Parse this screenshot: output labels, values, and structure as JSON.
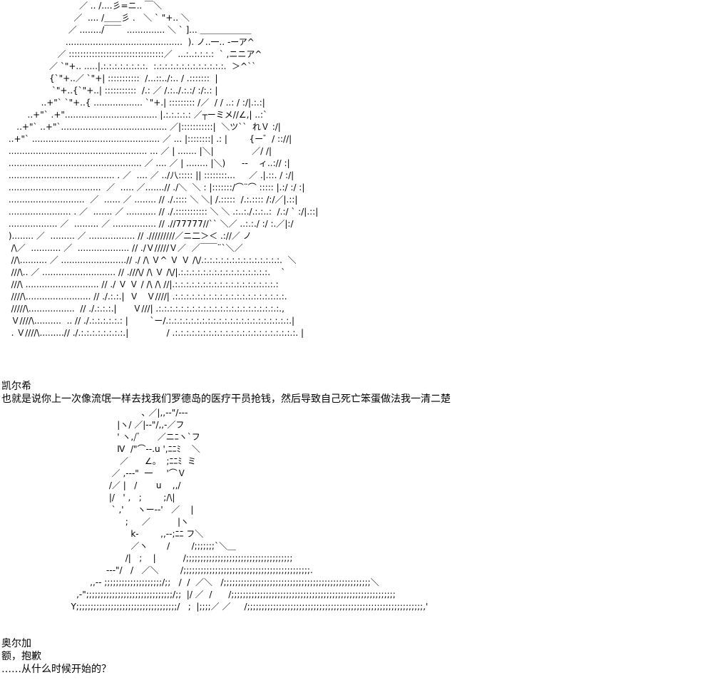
{
  "art": {
    "figure_1": "                           ／ .. /....彡=ニ.. ￣＼\n                         ／  .... /＿＿彡 .   ＼ ` \"+.. ＼\n                       ／ ......../￣￣  .............. ＼ ` ]... ＿＿＿＿＿＿\n                      ...........................................  ). ノ..一.. ‐ーア^\n                   ／ :::::::::::::::::::::::::::::::::／  ...:..:.:.:.:  ` ,ニニア^\n                ／ `\"+.. .....|.:.:.:.:.:.:.:.:.  :.:.:.:.:.:.:.:.:.:.:.:.:.  ＞^``\n                {`\"+..／ `\"+| :::::::::::  /...::../:.. / .:::::::  |\n                 `\"+..{`\"+..| :::::::::::  /.: ／ /.:../.:.:/ :/:.: |\n             ..+\"` `\"+..{ .................. `\"+.| ::::::::: /／  / / ..: / :/|.:.:|\n        ..+\"` .+\".................................. |.:.:.:.:.: ／┬ーミメ//∠,| ..:`\n    ..+\"` ..+\"`....................................... ／|:::::::::::|  ＼ツ``  れＶ :/|\n ..+\"` ............................................... ／ ... |::::::::| .: |        {ー゛/ :://|\n ................................................... ... ／ | ....... |＼|              ／/ /|\n ................................................. ／ .... ／ | ........ |＼)      ‐-    ィ..:// :|\n ....................................... . ／  .... ／ ../八::::: || ::::::::...     ／ .|.::. / :/|\n ..................................  ／  ..... ／.......// ./＼  ＼ : |:::::::/⌒¨⌒ ::::: |.:/ :/ :|\n ............................  ／  ...... ／ ........ // ./.:::: ＼ ＼| /.:::::  /.:.:::: /:/／|.::|\n ....................... . ／  ....... ／ ........... // ./.::::::::::: ＼ ＼ .:..:./.:.:..:  /.:/ ` :/|.::|\n .................. ／  ......... ／ ................ // .//77777//`` ＼／ ..:.:./ :/ :.／|:/\n )........ ／  ......... ／ ................. // ./////////／ニ二＞＜ .://／ ノ\n  /\\／  ........... ／  ................... // ./Ｖ/////Ｖ／  ／￣￣¨`＼／\n  //\\.......... ／ ........................// ./ /\\ Ｖ^ Ｖ Ｖ /\\/.:.:.:.:.:.:.:.:.:.:.:.:.:.:.  ＼\n  ///\\.. ／ ........................... // .///\\/ /\\ Ｖ /\\/|.:.:.:.:.:.:.:.:.:.:.:.:.:.:.:.:.    `\n  ///\\ ........................... // ./ Ｖ Ｖ / /\\ /\\ //|.:.:.:.:.:.:.:.:.:.:.:.:.:.:.:.:.:.:.:\n  ////\\........................ // ./.:.:.|  Ｖ   Ｖ////| .:.:.:.:.:.:.:.:.:.:.:.:.:.:.:.:.:.:.:.:.\n  /////\\.................  // ./.:.:.:.|      Ｖ///| .:.:.:.:.:.:.:.:.:.:.:.:.:.:.:.:.:.:.:.:.:.:.,\n  Ｖ////\\..........  .. // ./.:.:.:.:.:.: |        `ー/.:.:.:.:.:.:.:.:.:.:.:.:.:.:.:.:.:.:.:.:.:.:.|\n  . Ｖ////\\.........// ./.:.:.:.:.:.:.:.:.|              / .:.:.:.:.:.:.:.:.:.:.:.:.:.:.:.:.:.:.:.:.:.:. |",
    "figure_2": "                             ､ ／|,,-‐\"/‐‐‐\n                    |ヽ/ ／|-‐\"/,,-／フ\n                    ' ヽ,/ﾞ      ／ニﾆヽ`フ\n                    Ⅳ  /\"⌒‐-.u ',ﾆﾆﾐ    ＼\n                     ／      ∠。  ;ﾆﾆﾐ  ミ\n                  ／ ,‐-‐\"  一     '⌒Ｖ\n                 /／ |   /       u    ,,/\n                 |/   ' ,   ;        ;/\\|\n                  ` ,'     ヽー-‐'   ／    |\n                       ;     ／          |ヽ\n                         k-        ,,-‐;ﾆﾆ フ＼\n                         ／ヽ       /        /;;;;;;;`＼＿\n                       /|   ;    |          /;;;;;;;;;;;;;;;;;;;;;;;;;;;;;;;;;;;;;\n                -‐‐\"/   /   ／＼        /;;;;;;;;;;;;;;;;;;;;;;;;;;;;;;;;;;;;;;;;;;;;.\n          ,,-‐ ;;;;;;;;;;;;;;;;;;;;/;;   /  /  ／＼   /;;;;;;;;;;;;;;;;;;;;;;;;;;;;;;;;;;;;;;;;;;;;;;;;;;;＼\n     ,-\";;;;;;;;;;;;;;;;;;;;;;;;;;;;;;/;;  |/ ／  /      /;;;;;;;;;;;;;;;;;;;;;;;;;;;;;;;;;;;;;;;;;;;;;;;;;;;;;;;;;\n   Y;;;;;;;;;;;;;;;;;;;;;;;;;;;;;;;;;;;/   ;  |;;;;／ ／     /;;;;;;;;;;;;;;;;;;;;;;;;;;;;;;;;;;;;;;;;;;;;;;;;;;;;;;;;;;;;;,'"
  },
  "dialogue": {
    "speaker_1": "凯尔希",
    "line_1": "也就是说你上一次像流氓一样去找我们罗德岛的医疗干员抢钱，然后导致自己死亡笨蛋做法我一清二楚",
    "speaker_2": "奥尔加",
    "line_2a": "额，抱歉",
    "line_2b": "……从什么时候开始的？"
  }
}
